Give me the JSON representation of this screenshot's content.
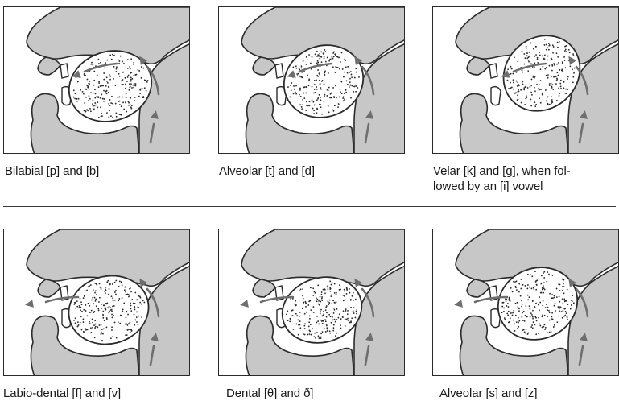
{
  "figure": {
    "colors": {
      "tissue": "#c7c7c7",
      "outline": "#2b2b2b",
      "airway": "#f4f4f4",
      "arrow": "#6e6e6e",
      "tongue": "#ffffff"
    },
    "panels": [
      {
        "id": "bilabial",
        "caption": "Bilabial [p] and [b]",
        "place": "lips",
        "airflow": "blocked"
      },
      {
        "id": "alveolar-stop",
        "caption": "Alveolar [t] and [d]",
        "place": "alveolar-ridge",
        "airflow": "blocked"
      },
      {
        "id": "velar",
        "caption": "Velar [k] and [g], when fol-\nlowed by an [i] vowel",
        "place": "velum",
        "airflow": "blocked"
      },
      {
        "id": "labiodental",
        "caption": "Labio-dental [f] and [v]",
        "place": "lip-teeth",
        "airflow": "escaping"
      },
      {
        "id": "dental",
        "caption": "Dental [θ] and ð]",
        "place": "teeth",
        "airflow": "escaping"
      },
      {
        "id": "alveolar-fricative",
        "caption": "Alveolar [s] and [z]",
        "place": "alveolar-ridge",
        "airflow": "escaping"
      }
    ]
  }
}
